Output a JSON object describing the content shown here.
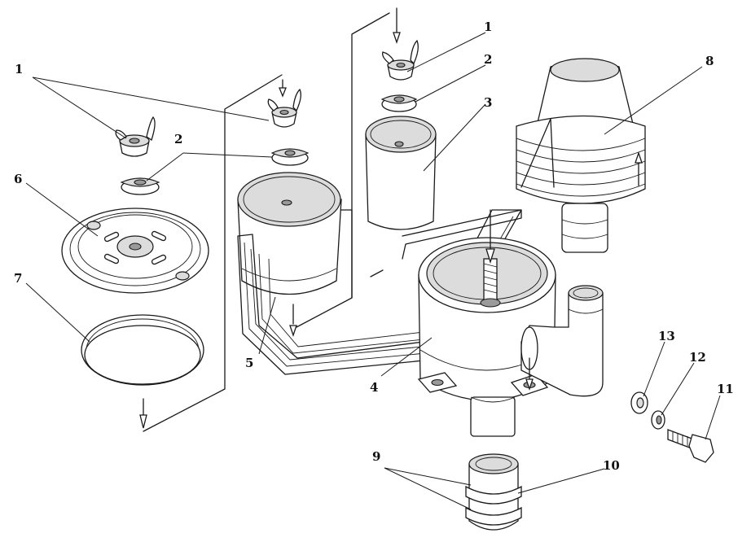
{
  "callouts": [
    {
      "id": "c1a",
      "text": "1"
    },
    {
      "id": "c2a",
      "text": "2"
    },
    {
      "id": "c6",
      "text": "6"
    },
    {
      "id": "c7",
      "text": "7"
    },
    {
      "id": "c5",
      "text": "5"
    },
    {
      "id": "c1b",
      "text": "1"
    },
    {
      "id": "c2b",
      "text": "2"
    },
    {
      "id": "c3",
      "text": "3"
    },
    {
      "id": "c8",
      "text": "8"
    },
    {
      "id": "c4",
      "text": "4"
    },
    {
      "id": "c13",
      "text": "13"
    },
    {
      "id": "c12",
      "text": "12"
    },
    {
      "id": "c11",
      "text": "11"
    },
    {
      "id": "c9",
      "text": "9"
    },
    {
      "id": "c10",
      "text": "10"
    }
  ],
  "colors": {
    "line": "#1a1a1a",
    "shade": "#dcdcdc",
    "background": "#ffffff"
  }
}
